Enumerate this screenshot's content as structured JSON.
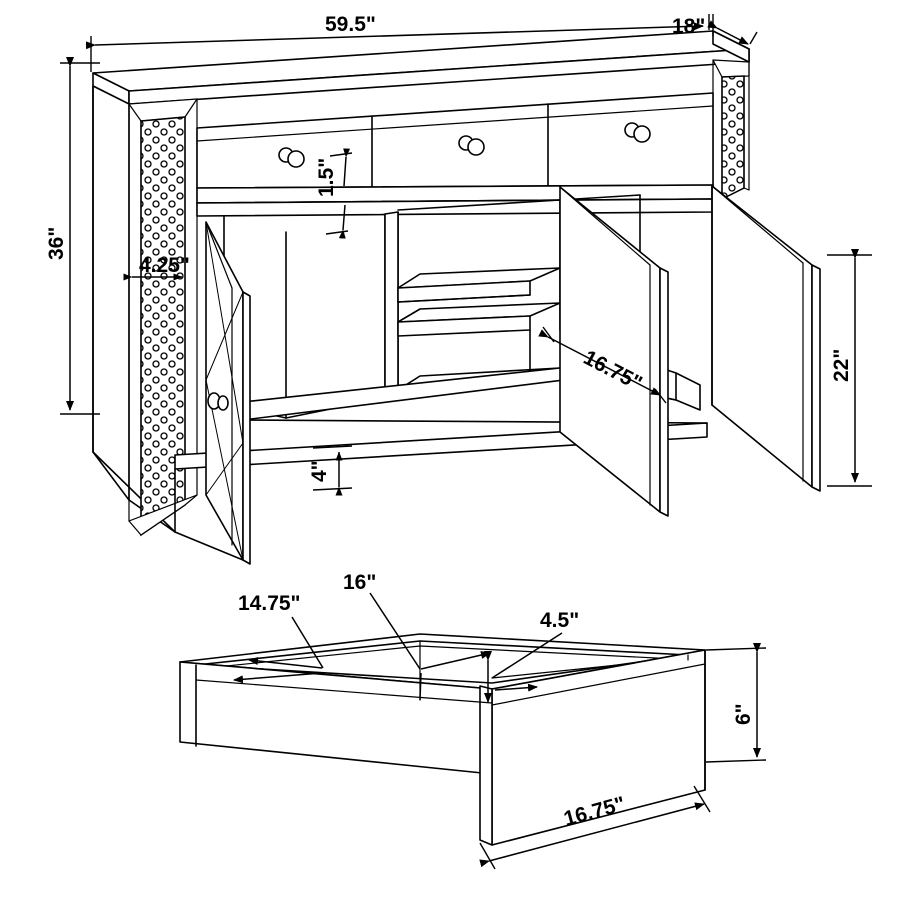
{
  "drawing": {
    "title": "Sideboard / Console Cabinet Dimensioned Assembly Drawing",
    "units": "inches",
    "line_color": "#000000",
    "background_color": "#ffffff"
  },
  "cabinet": {
    "name": "3-drawer 3-door sideboard",
    "dimensions": {
      "overall_width": "59.5\"",
      "overall_depth": "18\"",
      "overall_height": "36\"",
      "stud_panel_width": "4.25\"",
      "drawer_front_height": "1.5\"",
      "toe_kick_height": "4\"",
      "interior_depth": "16.75\"",
      "door_height": "22\""
    },
    "drawers": [
      {
        "id": "drawer-left",
        "knob": "round-knob"
      },
      {
        "id": "drawer-center",
        "knob": "round-knob"
      },
      {
        "id": "drawer-right",
        "knob": "round-knob"
      }
    ],
    "doors": [
      {
        "id": "door-left",
        "state": "open",
        "knob": "round-knob",
        "panel": "x-brace"
      },
      {
        "id": "door-center",
        "state": "open"
      },
      {
        "id": "door-right",
        "state": "open"
      }
    ],
    "shelves": [
      "shelf-upper",
      "shelf-lower"
    ]
  },
  "drawer_detail": {
    "name": "Drawer box detail",
    "dimensions": {
      "interior_width_left": "14.75\"",
      "interior_width_span": "16\"",
      "interior_height": "4.5\"",
      "box_height": "6\"",
      "box_depth": "16.75\""
    }
  },
  "labels": {
    "width_59_5": "59.5\"",
    "depth_18": "18\"",
    "height_36": "36\"",
    "stud_4_25": "4.25\"",
    "drawer_1_5": "1.5\"",
    "toe_4": "4\"",
    "interior_16_75": "16.75\"",
    "door_22": "22\"",
    "drw_14_75": "14.75\"",
    "drw_16": "16\"",
    "drw_4_5": "4.5\"",
    "drw_6": "6\"",
    "drw_16_75": "16.75\""
  }
}
